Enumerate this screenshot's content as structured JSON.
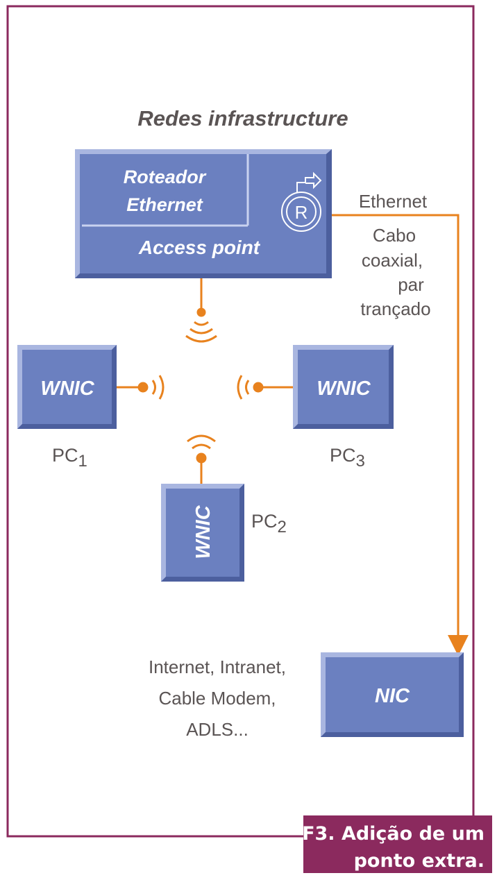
{
  "title": "Redes infrastructure",
  "router": {
    "line1": "Roteador",
    "line2": "Ethernet",
    "line3": "Access point",
    "icon": "router-r-icon"
  },
  "ethernet_label": "Ethernet",
  "cable_lines": [
    "Cabo",
    "coaxial,",
    "par",
    "trançado"
  ],
  "pc1": {
    "box": "WNIC",
    "label": "PC",
    "sub": "1"
  },
  "pc2": {
    "box": "WNIC",
    "label": "PC",
    "sub": "2"
  },
  "pc3": {
    "box": "WNIC",
    "label": "PC",
    "sub": "3"
  },
  "nic": {
    "box": "NIC",
    "lines": [
      "Internet, Intranet,",
      "Cable Modem,",
      "ADLS..."
    ]
  },
  "caption": {
    "line1": "F3. Adição de um",
    "line2": "ponto extra."
  },
  "colors": {
    "frame": "#8b2a5e",
    "box": "#6b80c0",
    "link": "#e8821e",
    "text": "#5a5454"
  }
}
